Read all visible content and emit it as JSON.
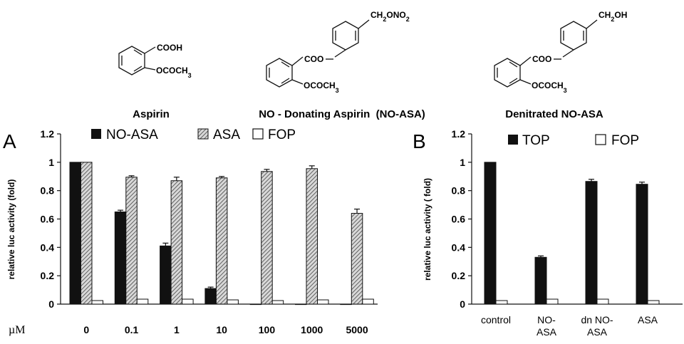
{
  "structures": [
    {
      "name": "Aspirin",
      "groups": [
        "COOH",
        "OCOCH"
      ]
    },
    {
      "name": "NO - Donating Aspirin  (NO-ASA)",
      "groups": [
        "COO",
        "CH",
        "ONO",
        "OCOCH"
      ]
    },
    {
      "name": "Denitrated NO-ASA",
      "groups": [
        "COO",
        "CH",
        "OH",
        "OCOCH"
      ]
    }
  ],
  "subscripts": {
    "three": "3",
    "two": "2"
  },
  "colors": {
    "black": "#111111",
    "hatched": "#8a8a8a",
    "white": "#ffffff"
  },
  "chart_data": [
    {
      "panel": "A",
      "type": "bar",
      "xlabel": "µM",
      "ylabel": "relative luc activity (fold)",
      "ylim": [
        0,
        1.2
      ],
      "yticks": [
        "0",
        "0.2",
        "0.4",
        "0.6",
        "0.8",
        "1",
        "1.2"
      ],
      "categories": [
        "0",
        "0.1",
        "1",
        "10",
        "100",
        "1000",
        "5000"
      ],
      "legend_placement": "top",
      "series": [
        {
          "name": "NO-ASA",
          "style": "solid-black",
          "values": [
            1.0,
            0.65,
            0.41,
            0.11,
            0.0,
            0.0,
            0.0
          ],
          "errors": [
            0,
            0.012,
            0.02,
            0.01,
            0,
            0,
            0
          ]
        },
        {
          "name": "ASA",
          "style": "hatched",
          "values": [
            1.0,
            0.895,
            0.87,
            0.89,
            0.935,
            0.955,
            0.64
          ],
          "errors": [
            0,
            0.01,
            0.025,
            0.01,
            0.015,
            0.02,
            0.03
          ]
        },
        {
          "name": "FOP",
          "style": "white",
          "values": [
            0.025,
            0.035,
            0.035,
            0.03,
            0.025,
            0.03,
            0.035
          ],
          "errors": [
            0,
            0,
            0,
            0,
            0,
            0,
            0
          ]
        }
      ]
    },
    {
      "panel": "B",
      "type": "bar",
      "ylabel": "relative luc activity ( fold)",
      "ylim": [
        0,
        1.2
      ],
      "yticks": [
        "0",
        "0.2",
        "0.4",
        "0.6",
        "0.8",
        "1",
        "1.2"
      ],
      "categories": [
        [
          "control"
        ],
        [
          "NO-",
          "ASA"
        ],
        [
          "dn NO-",
          "ASA"
        ],
        [
          "ASA"
        ]
      ],
      "legend_placement": "top-right",
      "series": [
        {
          "name": "TOP",
          "style": "solid-black",
          "values": [
            1.0,
            0.33,
            0.865,
            0.845
          ],
          "errors": [
            0,
            0.01,
            0.015,
            0.015
          ]
        },
        {
          "name": "FOP",
          "style": "white",
          "values": [
            0.025,
            0.035,
            0.035,
            0.025
          ],
          "errors": [
            0,
            0,
            0,
            0
          ]
        }
      ]
    }
  ]
}
